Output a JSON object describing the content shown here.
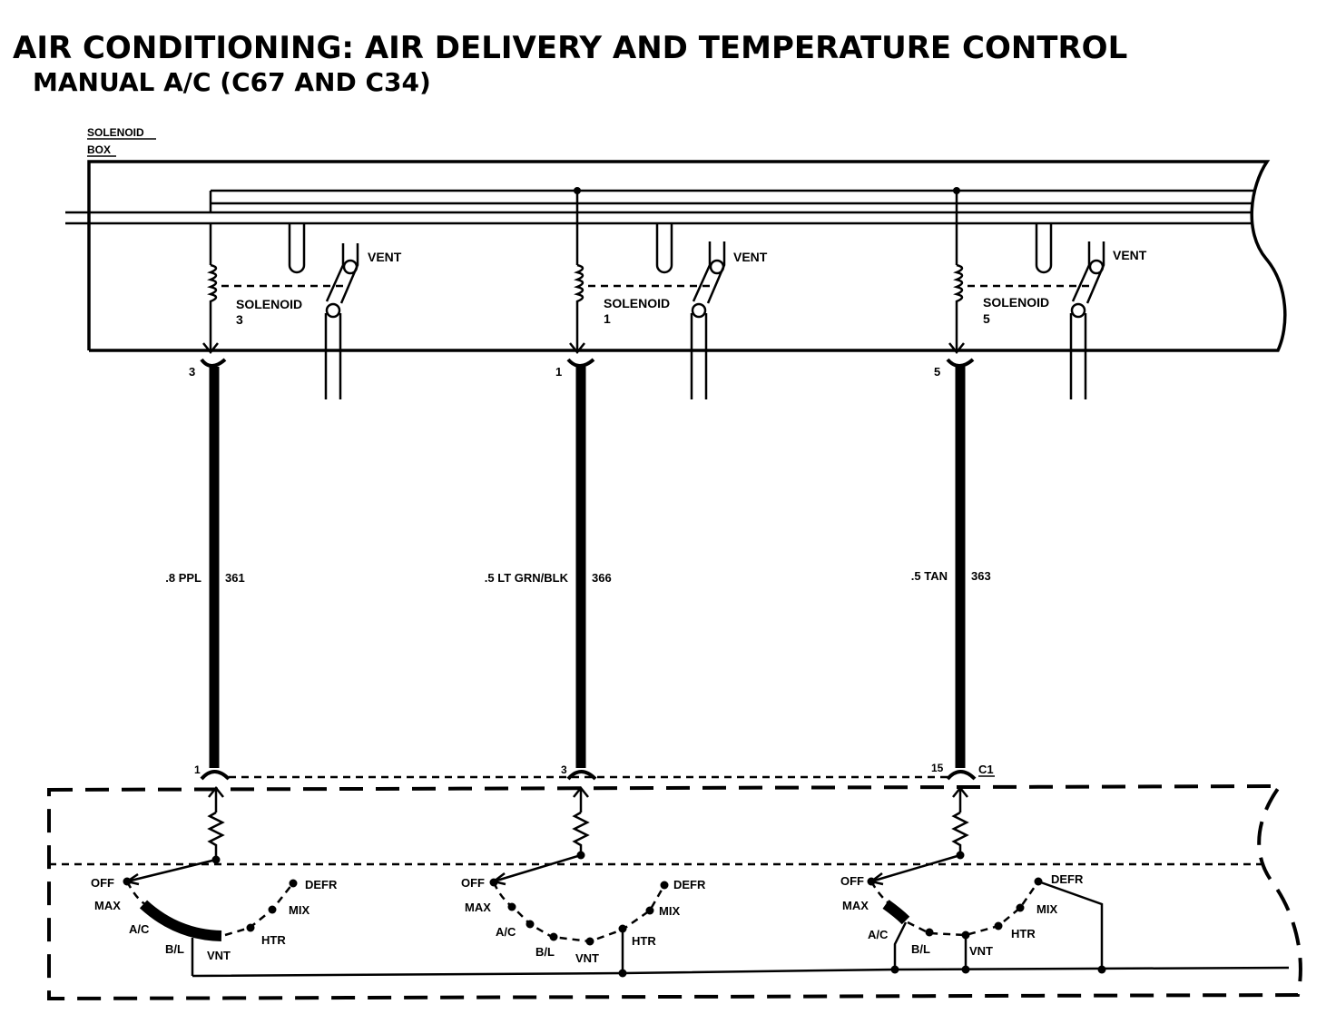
{
  "title": "AIR CONDITIONING:  AIR DELIVERY  AND TEMPERATURE CONTROL",
  "subtitle": "MANUAL A/C (C67 AND C34)",
  "solenoid_box": {
    "label_line1": "SOLENOID",
    "label_line2": "BOX"
  },
  "circuits": [
    {
      "solenoid_label": "SOLENOID",
      "solenoid_number": "3",
      "vent_label": "VENT",
      "box_pin": "3",
      "wire_size_color": ".8 PPL",
      "circuit_number": "361",
      "switch_pin": "1",
      "positions": {
        "off": "OFF",
        "max": "MAX",
        "ac": "A/C",
        "bl": "B/L",
        "vnt": "VNT",
        "htr": "HTR",
        "mix": "MIX",
        "defr": "DEFR"
      }
    },
    {
      "solenoid_label": "SOLENOID",
      "solenoid_number": "1",
      "vent_label": "VENT",
      "box_pin": "1",
      "wire_size_color": ".5 LT GRN/BLK",
      "circuit_number": "366",
      "switch_pin": "3",
      "positions": {
        "off": "OFF",
        "max": "MAX",
        "ac": "A/C",
        "bl": "B/L",
        "vnt": "VNT",
        "htr": "HTR",
        "mix": "MIX",
        "defr": "DEFR"
      }
    },
    {
      "solenoid_label": "SOLENOID",
      "solenoid_number": "5",
      "vent_label": "VENT",
      "box_pin": "5",
      "wire_size_color": ".5 TAN",
      "circuit_number": "363",
      "switch_pin": "15",
      "positions": {
        "off": "OFF",
        "max": "MAX",
        "ac": "A/C",
        "bl": "B/L",
        "vnt": "VNT",
        "htr": "HTR",
        "mix": "MIX",
        "defr": "DEFR"
      }
    }
  ],
  "connector_label": "C1"
}
